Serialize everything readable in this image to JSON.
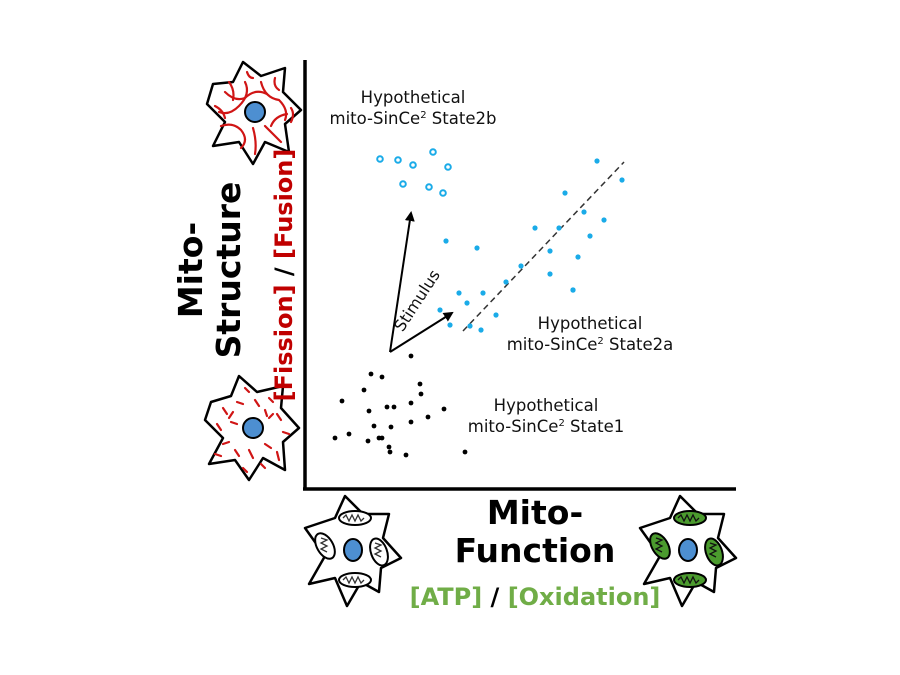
{
  "x_axis": {
    "title_line1": "Mito-",
    "title_line2": "Function",
    "sub_left": "[ATP]",
    "sub_sep": " / ",
    "sub_right": "[Oxidation]",
    "sub_color": "#70ad47"
  },
  "y_axis": {
    "title_line1": "Mito-",
    "title_line2": "Structure",
    "sub_left": "[Fission]",
    "sub_sep": " / ",
    "sub_right": "[Fusion]",
    "sub_color": "#c00000"
  },
  "labels": {
    "state2b": {
      "line1": "Hypothetical",
      "line2_pre": "mito-SinCe",
      "sup": "2",
      "line2_post": " State2b"
    },
    "state2a": {
      "line1": "Hypothetical",
      "line2_pre": "mito-SinCe",
      "sup": "2",
      "line2_post": " State2a"
    },
    "state1": {
      "line1": "Hypothetical",
      "line2_pre": "mito-SinCe",
      "sup": "2",
      "line2_post": " State1"
    },
    "stimulus": "Stimulus"
  },
  "colors": {
    "blue_points": "#1aabe8",
    "black_points": "#000000",
    "mito_red": "#d01515",
    "mito_green": "#4b9b2e",
    "nucleus": "#4d8fd1"
  },
  "icons": {
    "top_left": "fused-mitochondria-cell-icon",
    "bottom_left": "fragmented-mitochondria-cell-icon",
    "x_low": "low-function-cell-icon",
    "x_high": "high-function-cell-icon"
  }
}
